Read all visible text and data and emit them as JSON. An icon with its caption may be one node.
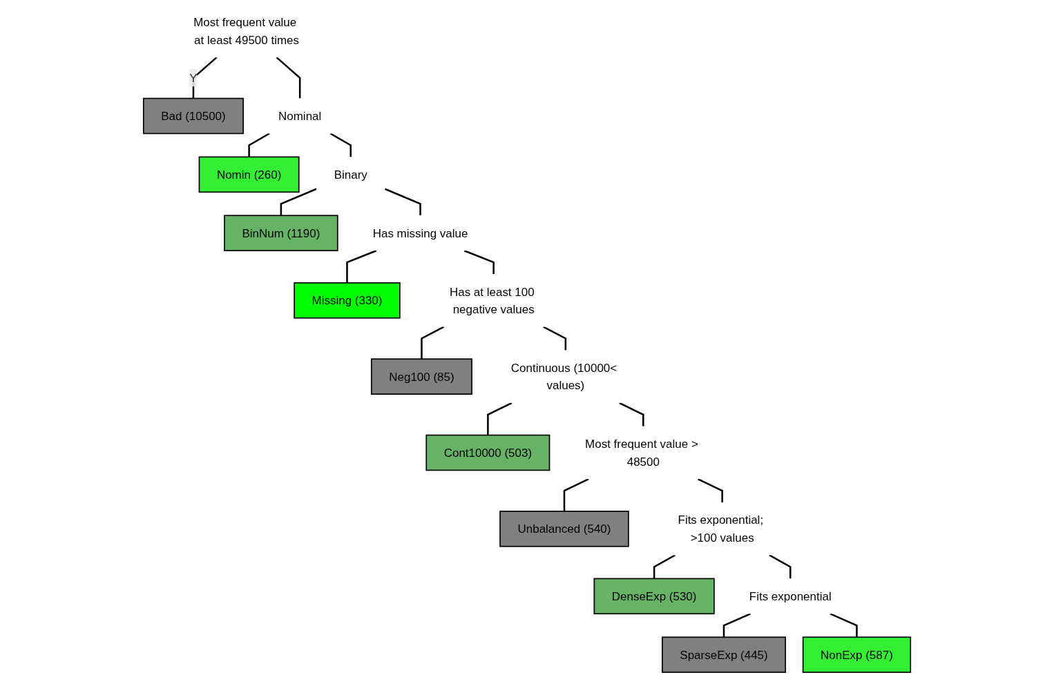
{
  "diagram": {
    "nodes": [
      {
        "text": [
          "Most frequent value at least 49500 times"
        ]
      },
      {
        "text": [
          "Bad (10500)"
        ]
      },
      {
        "text": [
          "Nominal"
        ]
      },
      {
        "text": [
          "Nomin (260)"
        ]
      },
      {
        "text": [
          "Binary"
        ]
      },
      {
        "text": [
          "BinNum (1190)"
        ]
      },
      {
        "text": [
          "Has missing value"
        ]
      },
      {
        "text": [
          "Missing (330)"
        ]
      },
      {
        "text": [
          "Has at least 100 negative values"
        ]
      },
      {
        "text": [
          "Neg100 (85)"
        ]
      },
      {
        "text": [
          "Continuous (10000< values)"
        ]
      },
      {
        "text": [
          "Cont10000 (503)"
        ]
      },
      {
        "text": [
          "Most frequent value > 48500"
        ]
      },
      {
        "text": [
          "Unbalanced (540)"
        ]
      },
      {
        "text": [
          "Fits exponential; >100 values"
        ]
      },
      {
        "text": [
          "DenseExp (530)"
        ]
      },
      {
        "text": [
          "Fits exponential"
        ]
      },
      {
        "text": [
          "SparseExp (445)"
        ]
      },
      {
        "text": [
          "NonExp (587)"
        ]
      }
    ],
    "edges": [
      {
        "from": 0,
        "to": 1,
        "arrow": "none",
        "label": "Y"
      },
      {
        "from": 0,
        "to": 2,
        "arrow": "none"
      },
      {
        "from": 2,
        "to": 3,
        "arrow": "none"
      },
      {
        "from": 2,
        "to": 4,
        "arrow": "none"
      },
      {
        "from": 4,
        "to": 5,
        "arrow": "none"
      },
      {
        "from": 4,
        "to": 6,
        "arrow": "none"
      },
      {
        "from": 6,
        "to": 7,
        "arrow": "none"
      },
      {
        "from": 6,
        "to": 8,
        "arrow": "none"
      },
      {
        "from": 8,
        "to": 9,
        "arrow": "none"
      },
      {
        "from": 8,
        "to": 10,
        "arrow": "none"
      },
      {
        "from": 10,
        "to": 11,
        "arrow": "none"
      },
      {
        "from": 10,
        "to": 12,
        "arrow": "none"
      },
      {
        "from": 12,
        "to": 13,
        "arrow": "none"
      },
      {
        "from": 12,
        "to": 14,
        "arrow": "none"
      },
      {
        "from": 14,
        "to": 15,
        "arrow": "none"
      },
      {
        "from": 14,
        "to": 16,
        "arrow": "none"
      },
      {
        "from": 16,
        "to": 17,
        "arrow": "none"
      },
      {
        "from": 16,
        "to": 18,
        "arrow": "none"
      }
    ]
  }
}
